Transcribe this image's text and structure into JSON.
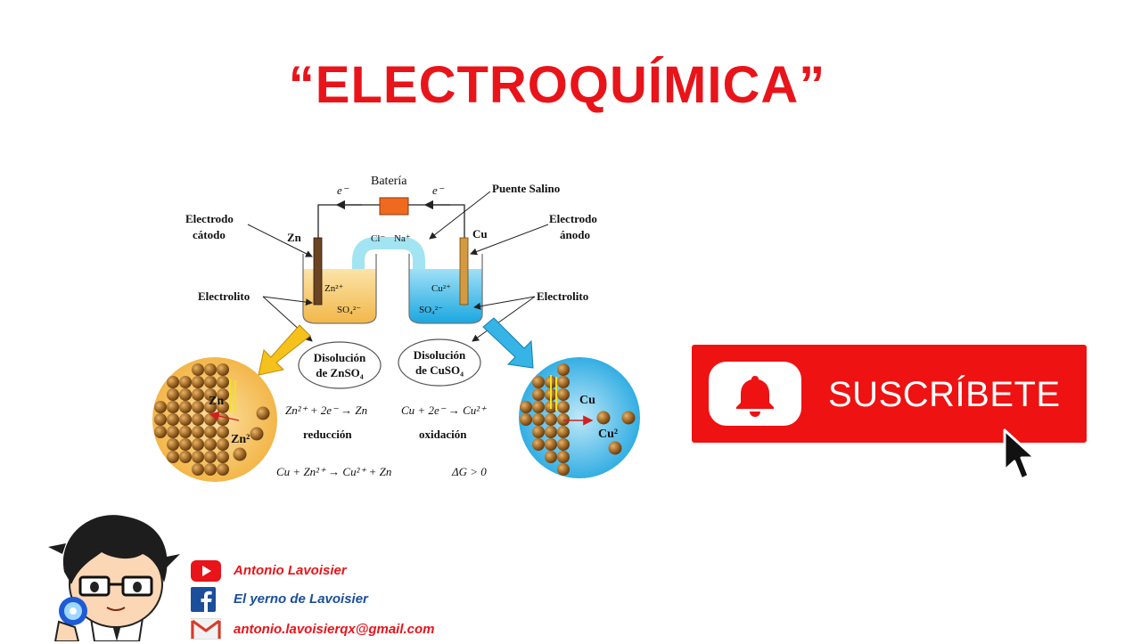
{
  "title": "“ELECTROQUÍMICA”",
  "diagram": {
    "bateria": "Batería",
    "e_left": "e⁻",
    "e_right": "e⁻",
    "puente_salino": "Puente Salino",
    "electrodo_catodo": [
      "Electrodo",
      "cátodo"
    ],
    "electrodo_anodo": [
      "Electrodo",
      "ánodo"
    ],
    "zn": "Zn",
    "cu": "Cu",
    "cl": "Cl⁻",
    "na": "Na⁺",
    "zn2_beaker": "Zn²⁺",
    "so4_left": "SO₄²⁻",
    "cu2_beaker": "Cu²⁺",
    "so4_right": "SO₄²⁻",
    "electrolito_left": "Electrolito",
    "electrolito_right": "Electrolito",
    "disolucion_znso4": [
      "Disolución",
      "de ZnSO₄"
    ],
    "disolucion_cuso4": [
      "Disolución",
      "de CuSO₄"
    ],
    "zoom_left_zn": "Zn",
    "zoom_left_zn2": "Zn²",
    "zoom_right_cu": "Cu",
    "zoom_right_cu2": "Cu²",
    "eq_reduccion": "Zn²⁺ + 2e⁻ → Zn",
    "eq_oxidacion": "Cu + 2e⁻ → Cu²⁺",
    "reduccion": "reducción",
    "oxidacion": "oxidación",
    "eq_global": "Cu + Zn²⁺ → Cu²⁺ + Zn",
    "delta_g": "ΔG > 0"
  },
  "subscribe": {
    "label": "SUSCRÍBETE",
    "color": "#ee1212"
  },
  "social": [
    {
      "icon": "youtube-icon",
      "text": "Antonio Lavoisier"
    },
    {
      "icon": "facebook-icon",
      "text": "El yerno de Lavoisier"
    },
    {
      "icon": "gmail-icon",
      "text": "antonio.lavoisierqx@gmail.com"
    }
  ],
  "colors": {
    "accent": "#e8141a",
    "facebook": "#1b4e9b",
    "zn_solution": "#f5c057",
    "cu_solution": "#3ab7e8"
  }
}
